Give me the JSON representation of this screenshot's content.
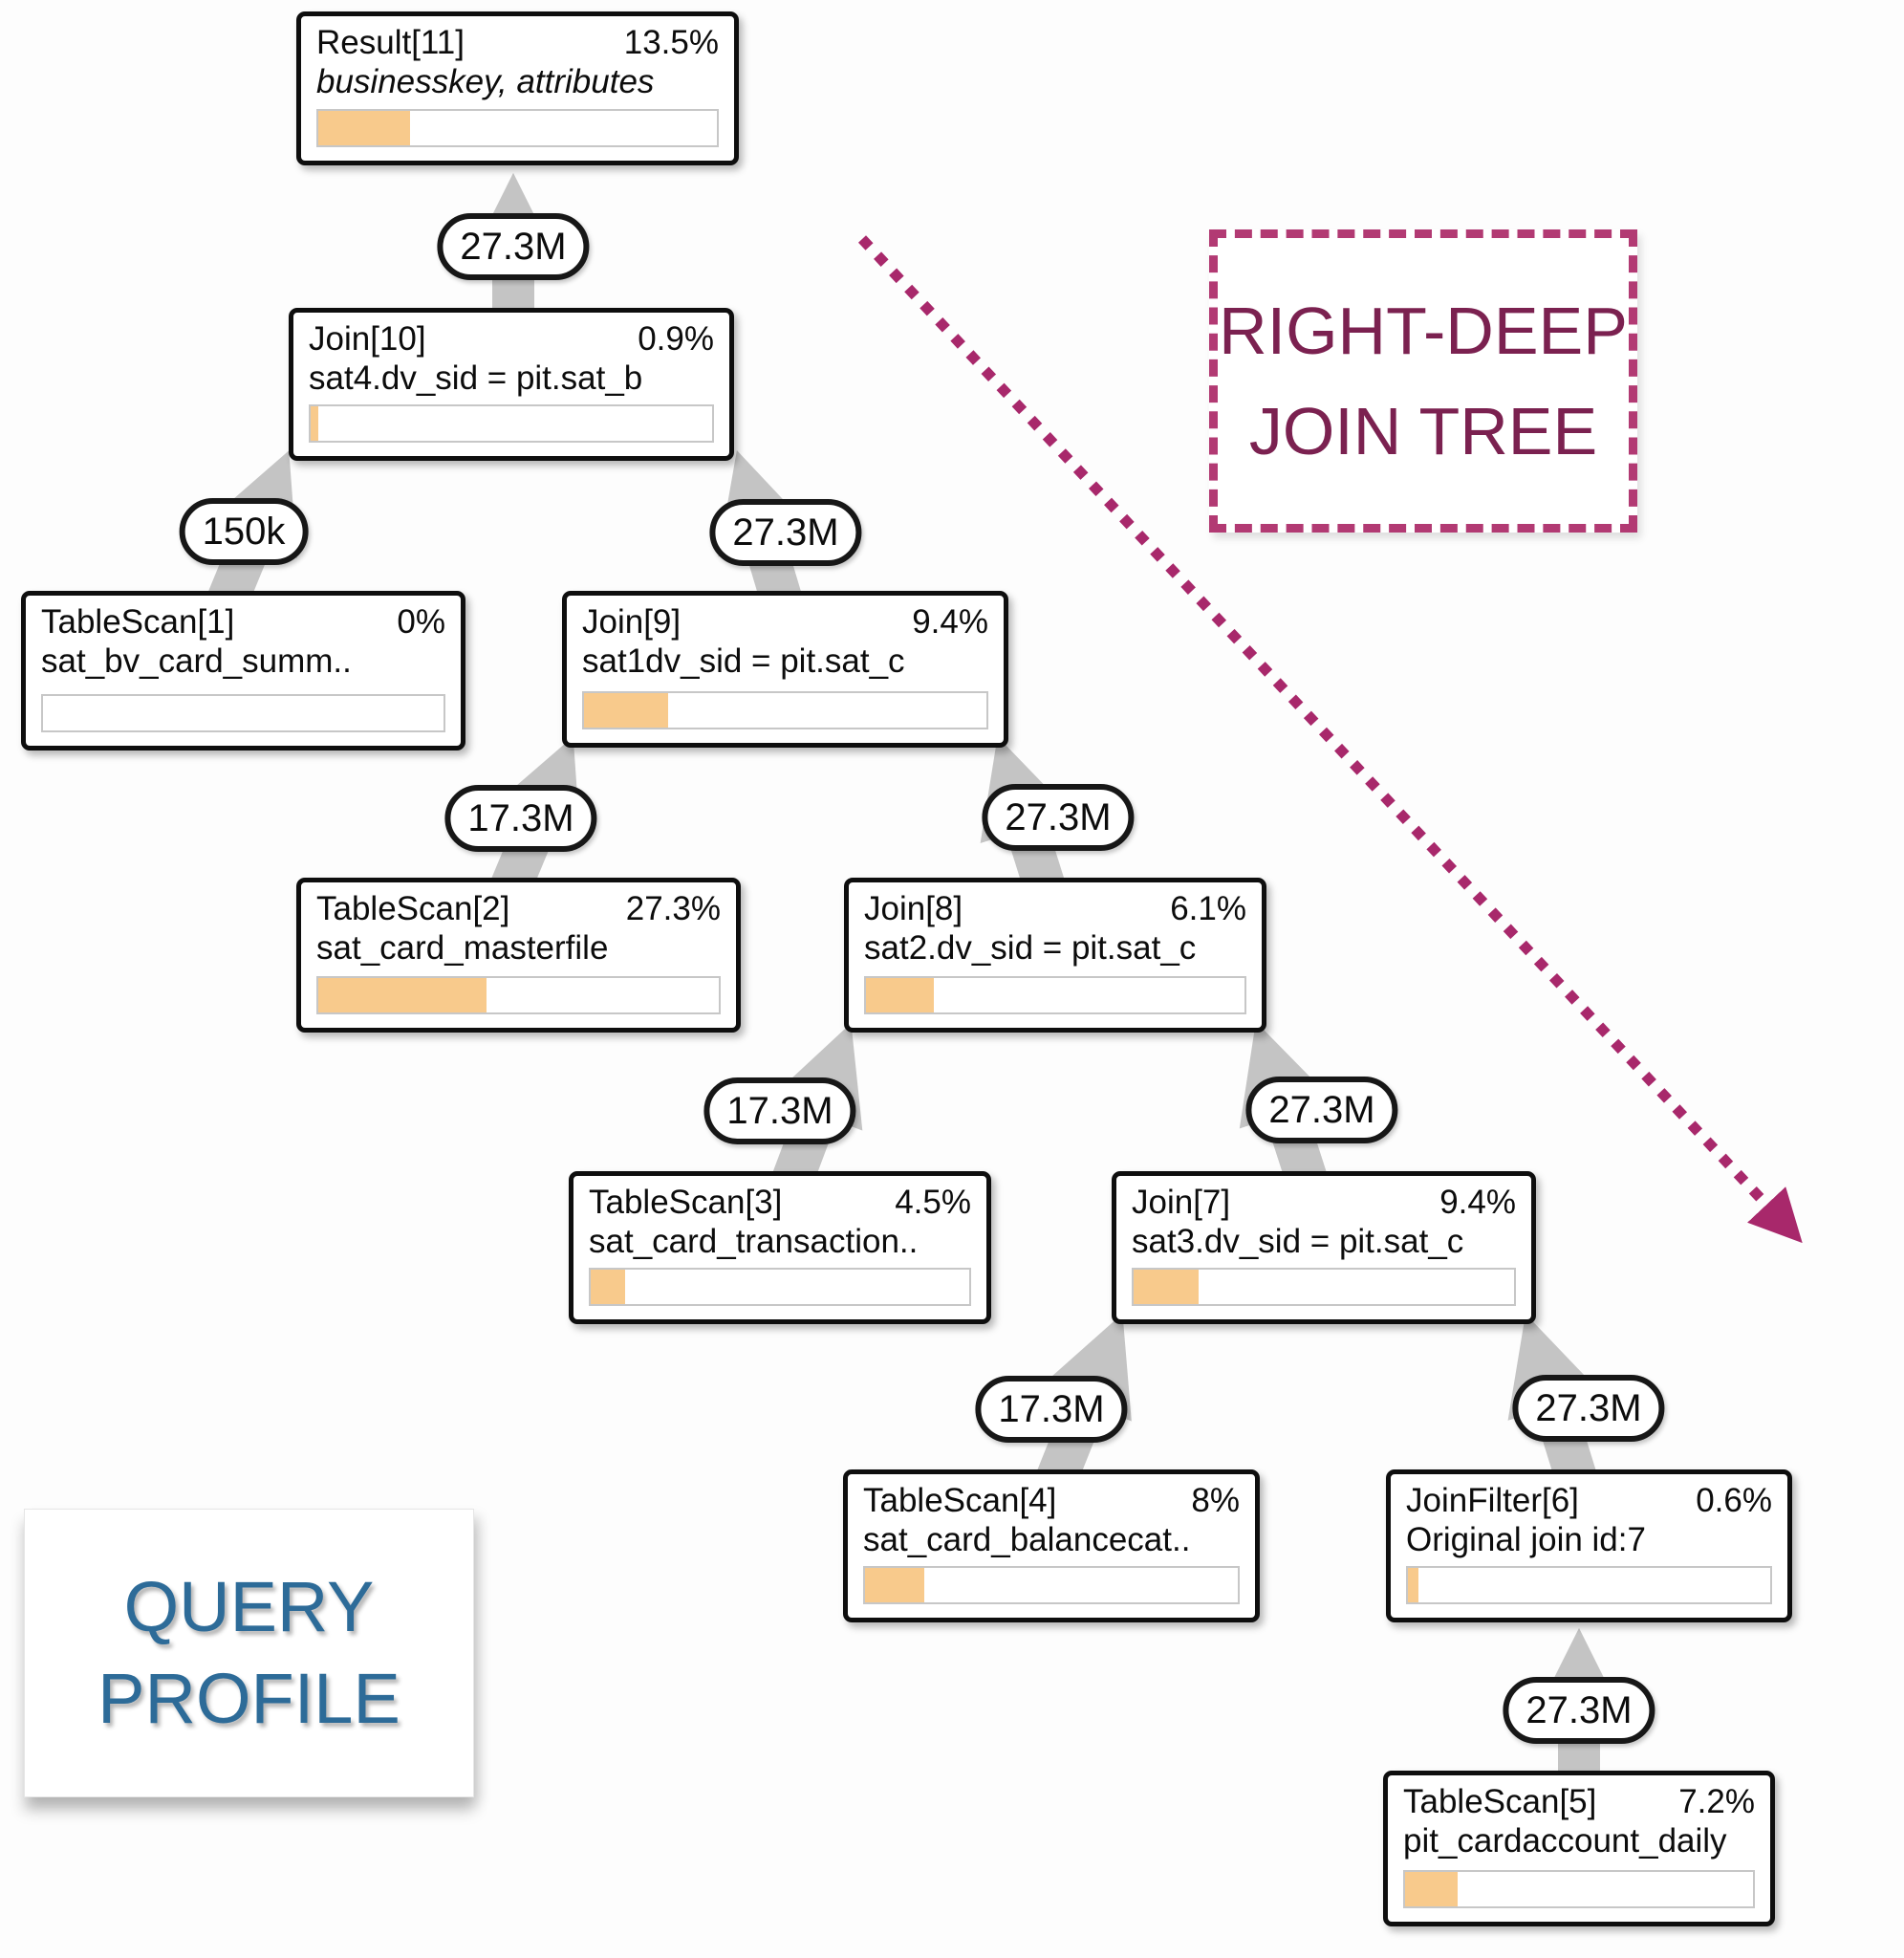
{
  "nodes": [
    {
      "id": "Result[11]",
      "title": "Result[11]",
      "percent": "13.5%",
      "subtitle": "businesskey, attributes",
      "fill_pct": 23
    },
    {
      "id": "Join[10]",
      "title": "Join[10]",
      "percent": "0.9%",
      "subtitle": "sat4.dv_sid = pit.sat_b",
      "fill_pct": 2
    },
    {
      "id": "TableScan[1]",
      "title": "TableScan[1]",
      "percent": "0%",
      "subtitle": "sat_bv_card_summ..",
      "fill_pct": 0
    },
    {
      "id": "Join[9]",
      "title": "Join[9]",
      "percent": "9.4%",
      "subtitle": "sat1dv_sid = pit.sat_c",
      "fill_pct": 21
    },
    {
      "id": "TableScan[2]",
      "title": "TableScan[2]",
      "percent": "27.3%",
      "subtitle": "sat_card_masterfile",
      "fill_pct": 42
    },
    {
      "id": "Join[8]",
      "title": "Join[8]",
      "percent": "6.1%",
      "subtitle": "sat2.dv_sid = pit.sat_c",
      "fill_pct": 18
    },
    {
      "id": "TableScan[3]",
      "title": "TableScan[3]",
      "percent": "4.5%",
      "subtitle": "sat_card_transaction..",
      "fill_pct": 9
    },
    {
      "id": "Join[7]",
      "title": "Join[7]",
      "percent": "9.4%",
      "subtitle": "sat3.dv_sid = pit.sat_c",
      "fill_pct": 17
    },
    {
      "id": "TableScan[4]",
      "title": "TableScan[4]",
      "percent": "8%",
      "subtitle": "sat_card_balancecat..",
      "fill_pct": 16
    },
    {
      "id": "JoinFilter[6]",
      "title": "JoinFilter[6]",
      "percent": "0.6%",
      "subtitle": "Original join id:7",
      "fill_pct": 3
    },
    {
      "id": "TableScan[5]",
      "title": "TableScan[5]",
      "percent": "7.2%",
      "subtitle": "pit_cardaccount_daily",
      "fill_pct": 15
    }
  ],
  "edges": [
    {
      "label": "27.3M",
      "from": "Join[10]",
      "to": "Result[11]"
    },
    {
      "label": "150k",
      "from": "TableScan[1]",
      "to": "Join[10]"
    },
    {
      "label": "27.3M",
      "from": "Join[9]",
      "to": "Join[10]"
    },
    {
      "label": "17.3M",
      "from": "TableScan[2]",
      "to": "Join[9]"
    },
    {
      "label": "27.3M",
      "from": "Join[8]",
      "to": "Join[9]"
    },
    {
      "label": "17.3M",
      "from": "TableScan[3]",
      "to": "Join[8]"
    },
    {
      "label": "27.3M",
      "from": "Join[7]",
      "to": "Join[8]"
    },
    {
      "label": "17.3M",
      "from": "TableScan[4]",
      "to": "Join[7]"
    },
    {
      "label": "27.3M",
      "from": "JoinFilter[6]",
      "to": "Join[7]"
    },
    {
      "label": "27.3M",
      "from": "TableScan[5]",
      "to": "JoinFilter[6]"
    }
  ],
  "annotations": {
    "right_deep": {
      "line1": "RIGHT-DEEP",
      "line2": "JOIN TREE"
    },
    "query_profile": {
      "line1": "QUERY",
      "line2": "PROFILE"
    }
  },
  "colors": {
    "bar_fill": "#f8ca8c",
    "arrow_gray": "#c4c4c4",
    "dotted_arrow_magenta": "#a8286b",
    "right_deep_text": "#7b2150",
    "right_deep_border": "#b23a73",
    "query_profile_text": "#2d6b98"
  }
}
